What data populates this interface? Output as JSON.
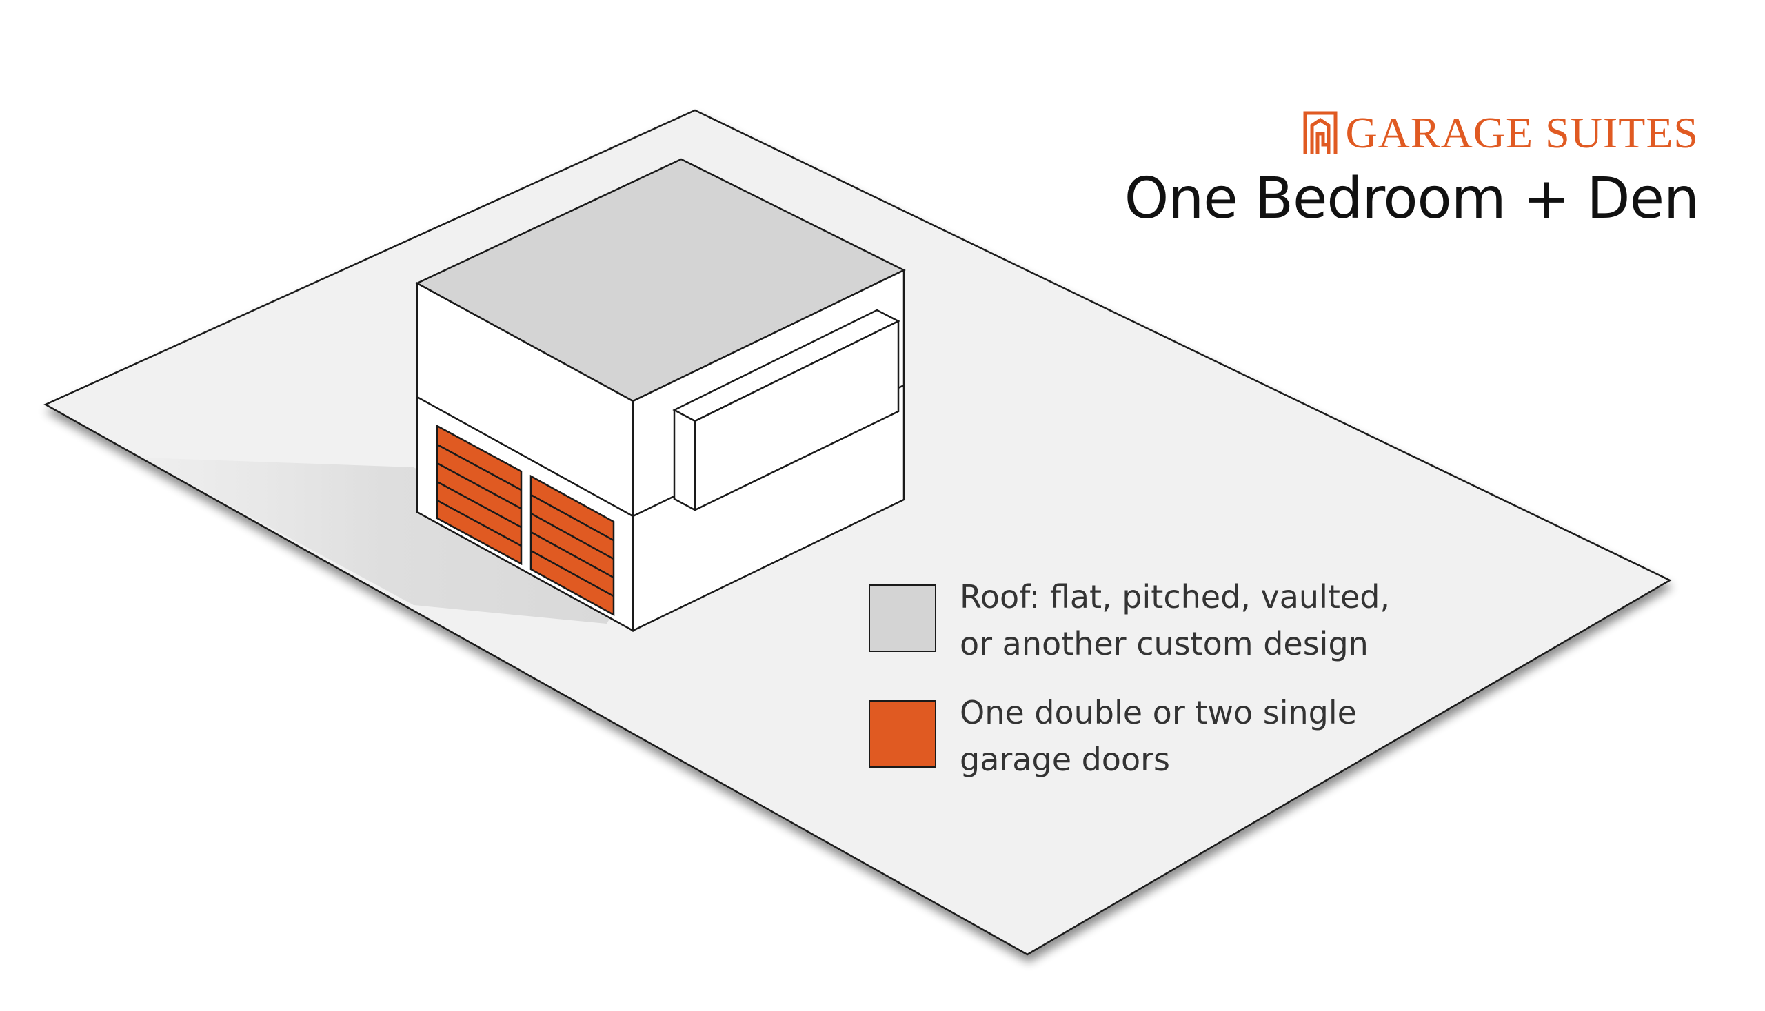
{
  "brand": {
    "name": "GARAGE SUITES",
    "logo_icon": "house-logo-icon",
    "color": "#e05a22"
  },
  "title": "One Bedroom + Den",
  "legend": [
    {
      "swatch_color": "#d4d4d4",
      "lines": [
        "Roof: flat, pitched, vaulted,",
        "or another custom design"
      ]
    },
    {
      "swatch_color": "#e05a22",
      "lines": [
        "One double or two single",
        "garage doors"
      ]
    }
  ],
  "colors": {
    "ground": "#f1f1f1",
    "roof": "#d4d4d4",
    "walls": "#ffffff",
    "garage_door": "#e05a22",
    "outline": "#1a1a1a"
  }
}
